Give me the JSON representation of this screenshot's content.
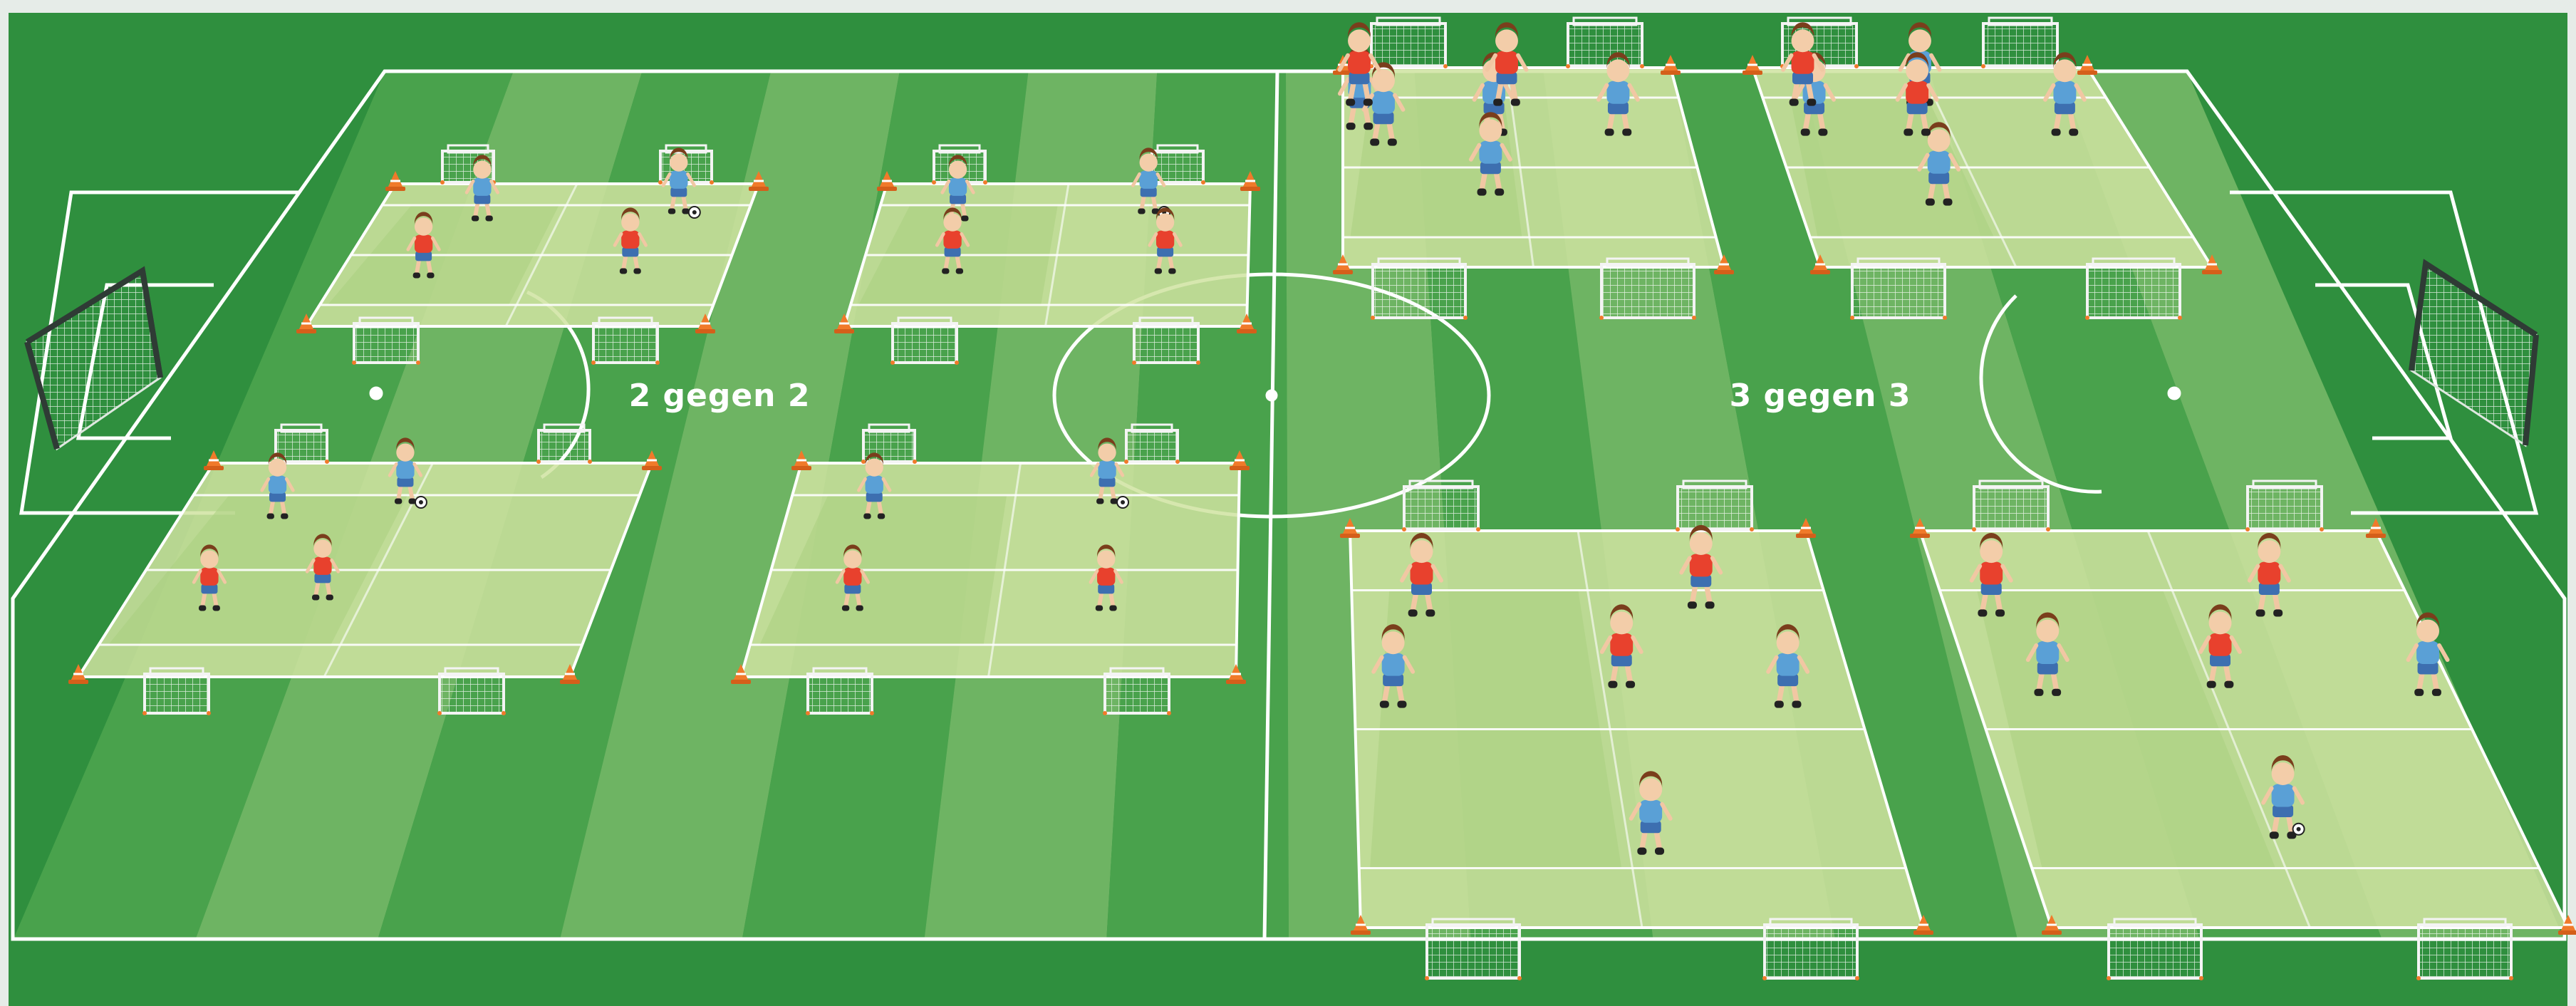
{
  "labels": {
    "left_zone": "2 gegen 2",
    "right_zone": "3 gegen 3"
  },
  "colors": {
    "frame": "#e6ece8",
    "grass_dark": "#2f8f3e",
    "grass_mid": "#4ea64f",
    "grass_light": "#79bb6a",
    "area_fill": "#cfe3a0",
    "area_fill_dark": "#a9cf80",
    "line": "#ffffff",
    "team_red": "#e8412d",
    "team_blue": "#5aa0d6",
    "cone": "#f07a2a"
  },
  "icons": {
    "player": "child-player-icon",
    "mini_goal": "mini-goal-icon",
    "cone": "cone-icon",
    "big_goal": "goal-net-icon"
  },
  "zones": {
    "left": {
      "format": "2 vs 2",
      "fields": 4,
      "players_per_field": 4
    },
    "right": {
      "format": "3 vs 3",
      "fields": 4,
      "players_per_field": 6
    }
  }
}
